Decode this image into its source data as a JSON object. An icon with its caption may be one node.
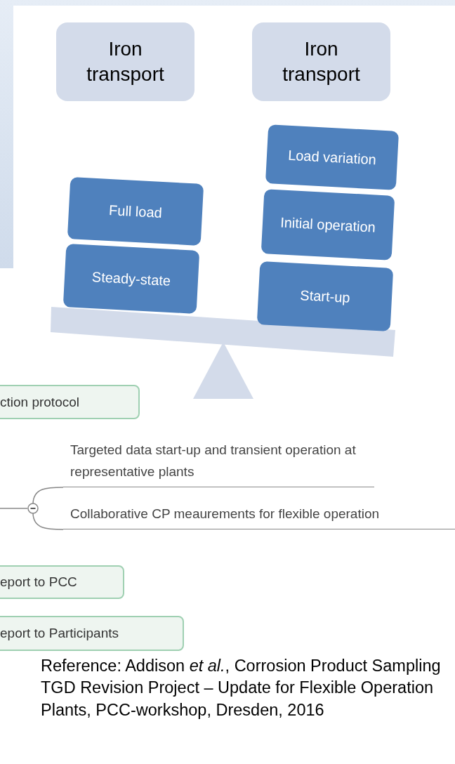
{
  "diagram": {
    "caption": "Reference: Addison *et al.*, Corrosion Product Sampling TGD Revision Project – Update for Flexible Operation Plants, PCC-workshop, Dresden, 2016",
    "nodes": [
      {
        "text": [
          "Iron transport"
        ]
      },
      {
        "text": [
          "Iron transport"
        ]
      },
      {
        "text": [
          "Load variation"
        ]
      },
      {
        "text": [
          "Full load"
        ]
      },
      {
        "text": [
          "Initial operation"
        ]
      },
      {
        "text": [
          "Steady-state"
        ]
      },
      {
        "text": [
          "Start-up"
        ]
      },
      {
        "text": [
          "ction protocol"
        ]
      },
      {
        "text": [],
        "shape": "circle"
      },
      {
        "text": [
          "Targeted data start-up and transient operation at representative plants"
        ]
      },
      {
        "text": [
          "Collaborative CP meaurements for flexible operation"
        ]
      },
      {
        "text": [
          "eport to PCC"
        ]
      },
      {
        "text": [
          "eport to Participants"
        ]
      }
    ],
    "edges": [
      {
        "from": null,
        "to": 8,
        "arrow": "none"
      },
      {
        "from": 8,
        "to": 9,
        "arrow": "none"
      },
      {
        "from": 8,
        "to": 10,
        "arrow": "none"
      }
    ]
  }
}
